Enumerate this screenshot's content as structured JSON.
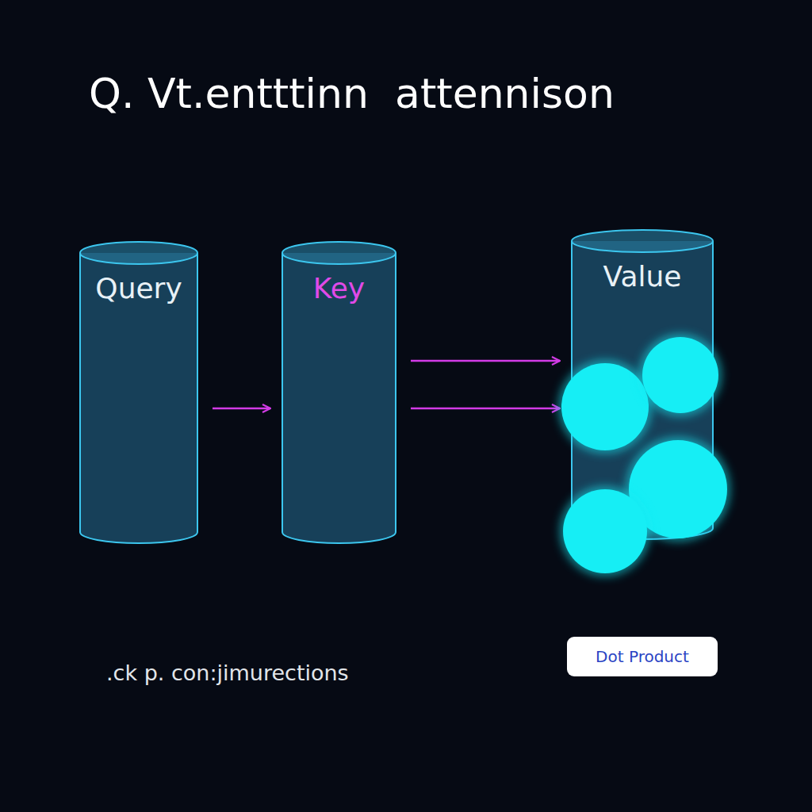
{
  "diagram": {
    "title": "Q. Vt.entttinn  attennison",
    "nodes": [
      {
        "text": [
          "Query"
        ]
      },
      {
        "text": [
          "Key"
        ]
      },
      {
        "text": [
          "Value"
        ]
      },
      {
        "text": [
          "Dot Product"
        ]
      }
    ],
    "edges": [
      {
        "from": 0,
        "to": 1,
        "arrow": "to"
      },
      {
        "from": 1,
        "to": 2,
        "arrow": "to"
      },
      {
        "from": 1,
        "to": 2,
        "arrow": "to"
      }
    ],
    "labels": [
      ".ck p. con:jimurections"
    ]
  }
}
